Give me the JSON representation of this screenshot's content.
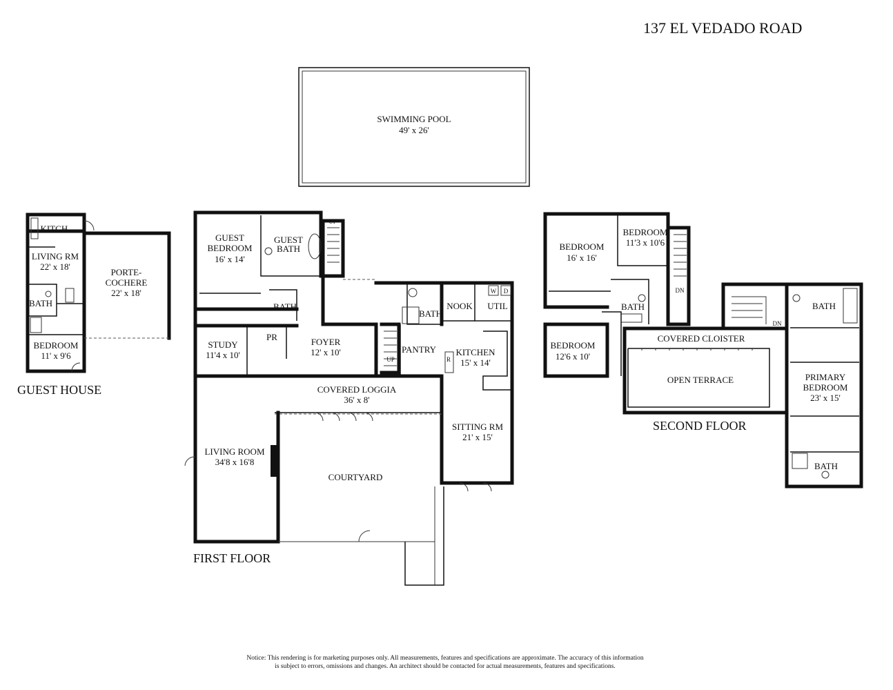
{
  "title": "137 EL VEDADO ROAD",
  "pool": {
    "name": "SWIMMING POOL",
    "dims": "49' x 26'"
  },
  "floors": {
    "guest_house": "GUEST HOUSE",
    "first": "FIRST FLOOR",
    "second": "SECOND FLOOR"
  },
  "guest_house": {
    "kitchen": "KITCH.",
    "living": {
      "name": "LIVING RM",
      "dims": "22' x 18'"
    },
    "porte": {
      "name1": "PORTE-",
      "name2": "COCHERE",
      "dims": "22' x 18'"
    },
    "bath": "BATH",
    "bedroom": {
      "name": "BEDROOM",
      "dims": "11' x 9'6"
    }
  },
  "first_floor": {
    "guest_bedroom": {
      "name1": "GUEST",
      "name2": "BEDROOM",
      "dims": "16' x 14'"
    },
    "guest_bath": {
      "name1": "GUEST",
      "name2": "BATH"
    },
    "bath1": "BATH",
    "bath2": "BATH",
    "study": {
      "name": "STUDY",
      "dims": "11'4 x 10'"
    },
    "pr": "PR",
    "foyer": {
      "name": "FOYER",
      "dims": "12' x 10'"
    },
    "pantry": "PANTRY",
    "nook": "NOOK",
    "util": "UTIL",
    "w": "W",
    "d": "D",
    "r": "R",
    "kitchen": {
      "name": "KITCHEN",
      "dims": "15' x 14'"
    },
    "loggia": {
      "name": "COVERED LOGGIA",
      "dims": "36' x 8'"
    },
    "living": {
      "name": "LIVING ROOM",
      "dims": "34'8 x 16'8"
    },
    "courtyard": "COURTYARD",
    "sitting": {
      "name": "SITTING RM",
      "dims": "21' x 15'"
    },
    "up1": "UP",
    "up2": "UP"
  },
  "second_floor": {
    "bedroom1": {
      "name": "BEDROOM",
      "dims": "16' x 16'"
    },
    "bedroom2": {
      "name": "BEDROOM",
      "dims": "11'3 x 10'6"
    },
    "bath1": "BATH",
    "bedroom3": {
      "name": "BEDROOM",
      "dims": "12'6 x 10'"
    },
    "cloister": "COVERED CLOISTER",
    "terrace": "OPEN TERRACE",
    "bath2": "BATH",
    "primary": {
      "name1": "PRIMARY",
      "name2": "BEDROOM",
      "dims": "23' x 15'"
    },
    "bath3": "BATH",
    "dn1": "DN",
    "dn2": "DN"
  },
  "notice_line1": "Notice: This rendering is for marketing purposes only. All measurements, features and specifications are approximate. The accuracy of this information",
  "notice_line2": "is subject to errors, omissions and changes. An architect should be contacted for actual measurements, features and specifications."
}
